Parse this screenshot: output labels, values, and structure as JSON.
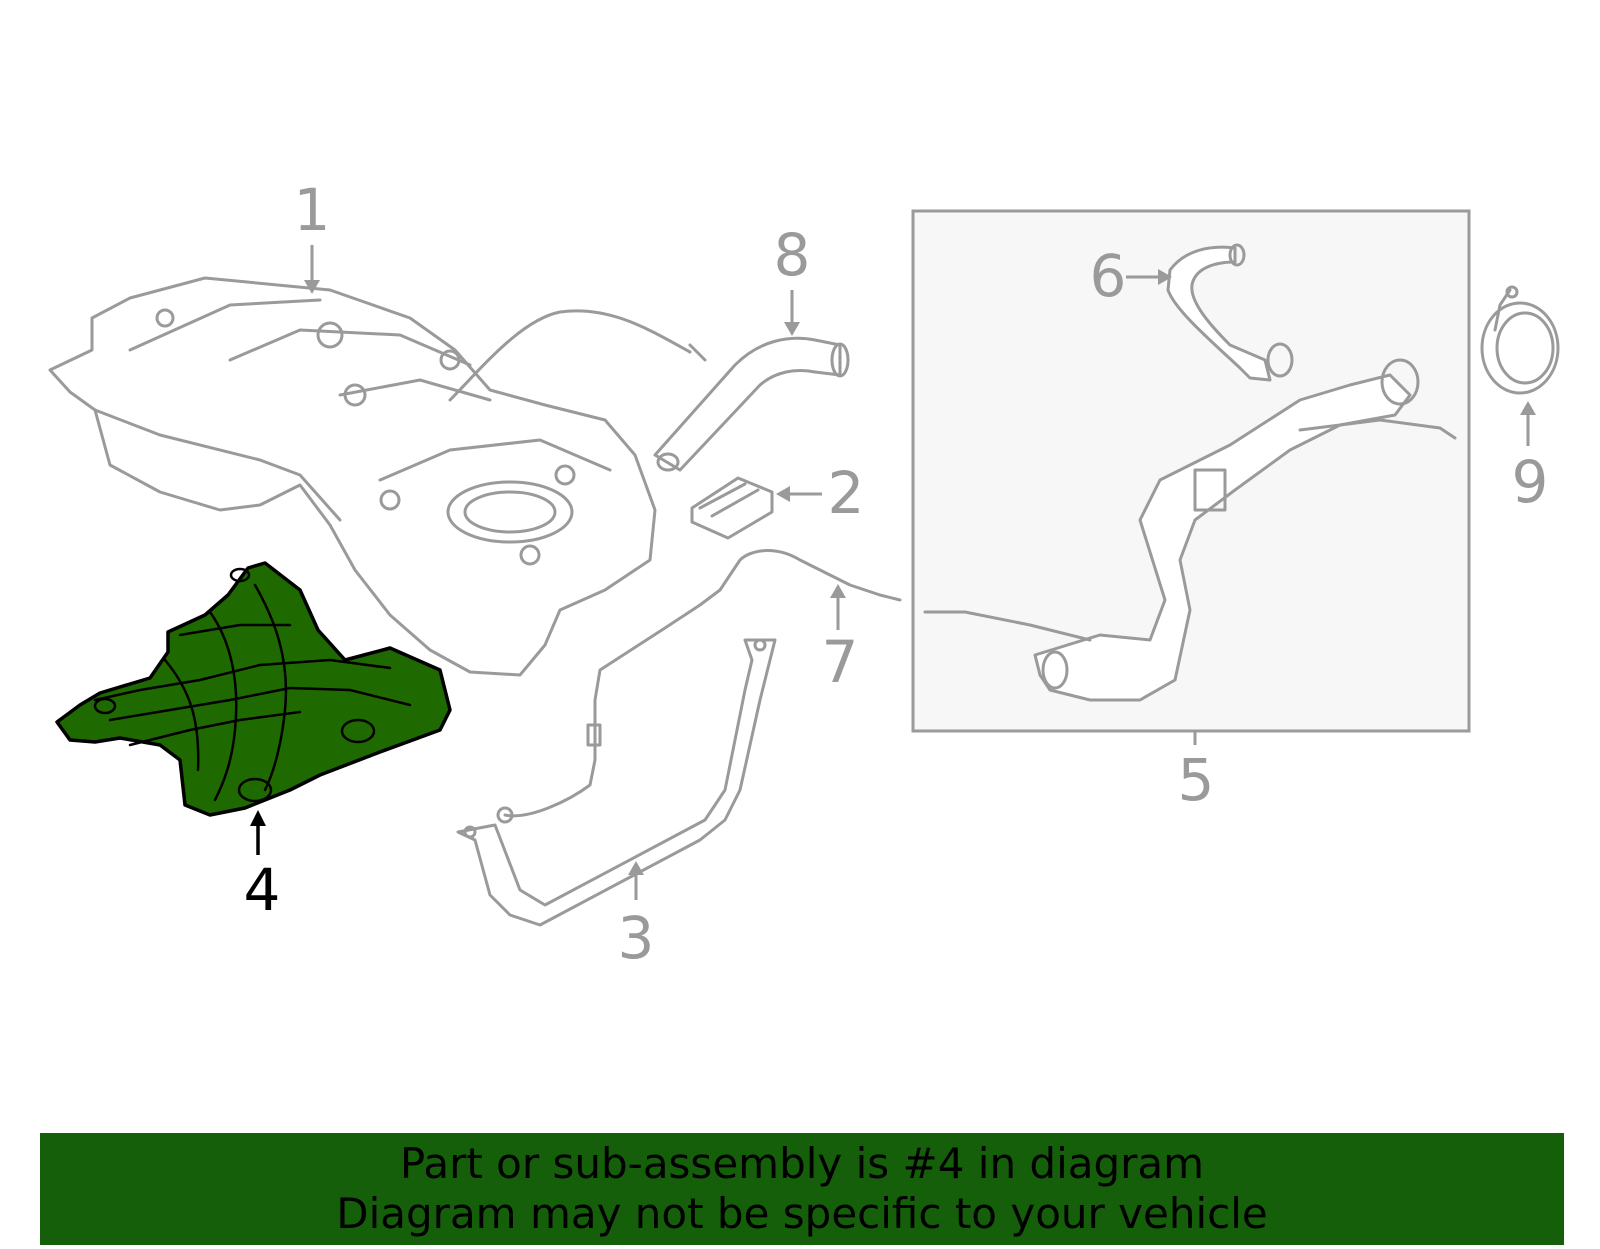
{
  "callouts": [
    {
      "id": "1",
      "label": "1"
    },
    {
      "id": "2",
      "label": "2"
    },
    {
      "id": "3",
      "label": "3"
    },
    {
      "id": "4",
      "label": "4"
    },
    {
      "id": "5",
      "label": "5"
    },
    {
      "id": "6",
      "label": "6"
    },
    {
      "id": "7",
      "label": "7"
    },
    {
      "id": "8",
      "label": "8"
    },
    {
      "id": "9",
      "label": "9"
    }
  ],
  "highlighted_part": "4",
  "colors": {
    "highlight_fill": "#1e6a00",
    "banner_background": "#155e0a",
    "part_stroke": "#9a9a9a",
    "callout_text": "#9a9a9a",
    "active_callout_text": "#000000"
  },
  "banner": {
    "line1": "Part or sub-assembly is #4 in diagram",
    "line2": "Diagram may not be specific to your vehicle"
  }
}
